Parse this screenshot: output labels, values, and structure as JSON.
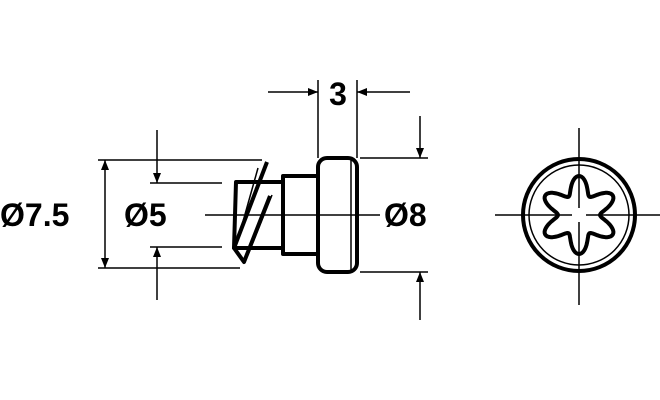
{
  "dimensions": {
    "head_length": "3",
    "outer_diameter": "Ø7.5",
    "shank_diameter": "Ø5",
    "head_diameter": "Ø8"
  },
  "colors": {
    "line": "#000000",
    "background": "#ffffff"
  }
}
